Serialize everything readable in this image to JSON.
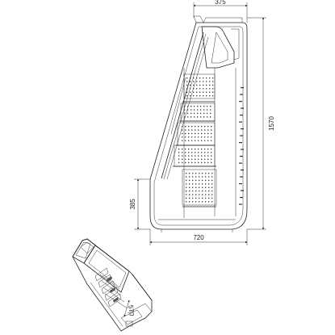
{
  "dimensions": {
    "top_width": "375",
    "height": "1570",
    "base_width": "720",
    "front_height": "385",
    "iso_depth": "570"
  }
}
